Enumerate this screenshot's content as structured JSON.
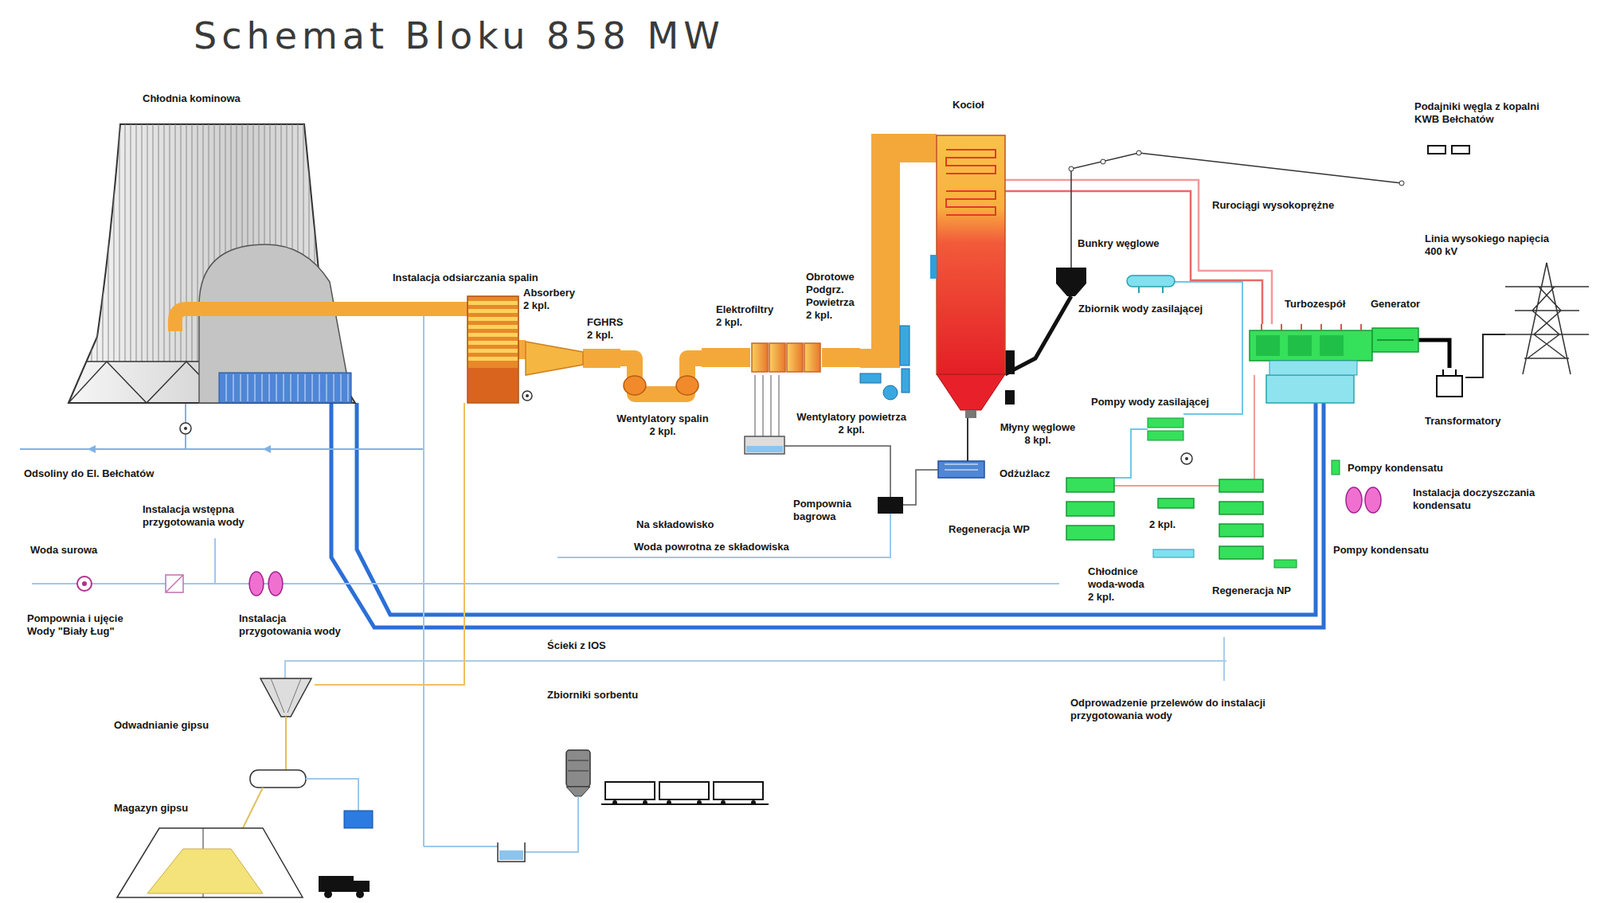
{
  "diagram": {
    "title": "Schemat Bloku 858 MW",
    "nodes": [
      {
        "text": [
          "Chłodnia kominowa"
        ]
      },
      {
        "text": [
          "Absorbery 2 kpl."
        ]
      },
      {
        "text": [
          "FGHRS 2 kpl."
        ]
      },
      {
        "text": [
          "Wentylatory spalin 2 kpl."
        ]
      },
      {
        "text": [
          "Elektrofiltry 2 kpl."
        ]
      },
      {
        "text": [
          "Obrotowe Podgrz. Powietrza 2 kpl."
        ]
      },
      {
        "text": [
          "Kocioł"
        ]
      },
      {
        "text": [
          "Turbozespół"
        ]
      },
      {
        "text": [
          "Generator"
        ]
      },
      {
        "text": [
          "Transformatory"
        ]
      },
      {
        "text": [
          "Linia wysokiego napięcia 400 kV"
        ]
      }
    ],
    "edges": [
      {
        "from": 6,
        "to": 5,
        "arrow": "none"
      },
      {
        "from": 5,
        "to": 4,
        "arrow": "none"
      },
      {
        "from": 4,
        "to": 3,
        "arrow": "none"
      },
      {
        "from": 3,
        "to": 2,
        "arrow": "none"
      },
      {
        "from": 2,
        "to": 1,
        "arrow": "none"
      },
      {
        "from": 1,
        "to": 0,
        "arrow": "none"
      },
      {
        "from": 8,
        "to": 9,
        "arrow": "none"
      },
      {
        "from": 9,
        "to": 10,
        "arrow": "none"
      }
    ],
    "labels": [
      "Instalacja odsiarczania spalin",
      "Podajniki węgla z kopalni KWB Bełchatów",
      "Rurociągi wysokoprężne",
      "Bunkry węglowe",
      "Zbiornik wody zasilającej",
      "Wentylatory powietrza 2 kpl.",
      "Młyny węglowe 8 kpl.",
      "Pompy wody zasilającej",
      "Odsoliny do El. Bełchatów",
      "Pompy kondensatu",
      "Instalacja doczyszczania kondensatu",
      "Instalacja wstępna przygotowania wody",
      "Odżużlacz",
      "Pompownia bagrowa",
      "Na składowisko",
      "Regeneracja WP",
      "2 kpl.",
      "Woda surowa",
      "Woda powrotna ze składowiska",
      "Pompy kondensatu",
      "Chłodnice woda-woda 2 kpl.",
      "Regeneracja NP",
      "Pompownia i ujęcie Wody \"Biały Ług\"",
      "Instalacja przygotowania wody",
      "Ścieki z IOS",
      "Zbiorniki sorbentu",
      "Odprowadzenie przelewów do instalacji przygotowania wody",
      "Odwadnianie gipsu",
      "Magazyn gipsu"
    ]
  }
}
